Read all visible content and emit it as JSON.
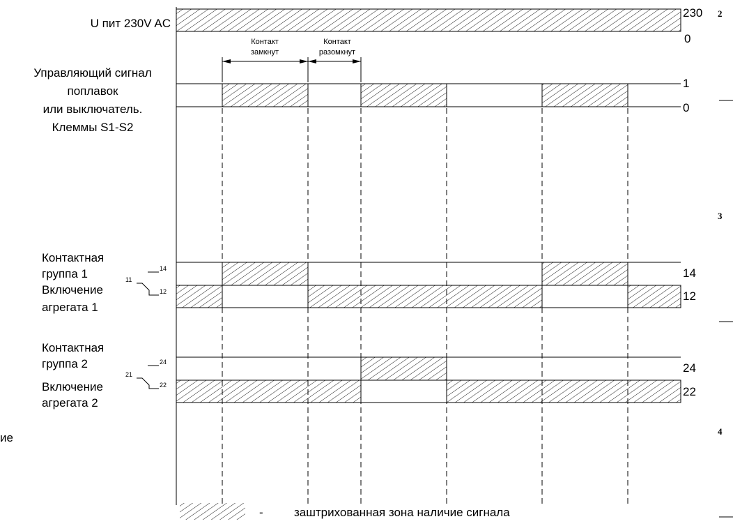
{
  "supply": {
    "label": "U пит  230V AC",
    "level_high": "230",
    "level_low": "0"
  },
  "control": {
    "label_lines": [
      "Управляющий сигнал",
      "поплавок",
      "или выключатель.",
      "Клеммы S1-S2"
    ],
    "level_high": "1",
    "level_low": "0",
    "annotation_closed": [
      "Контакт",
      "замкнут"
    ],
    "annotation_open": [
      "Контакт",
      "разомкнут"
    ]
  },
  "group1": {
    "label_lines": [
      "Контактная",
      "группа 1",
      "Включение",
      "агрегата 1"
    ],
    "terminal_no": "14",
    "terminal_nc": "12",
    "terminal_common": "11",
    "right_no": "14",
    "right_nc": "12"
  },
  "group2": {
    "label_lines": [
      "Контактная",
      "группа 2",
      "Включение",
      "агрегата 2"
    ],
    "terminal_no": "24",
    "terminal_nc": "22",
    "terminal_common": "21",
    "right_no": "24",
    "right_nc": "22"
  },
  "margin_numbers": [
    "2",
    "3",
    "4"
  ],
  "cut_text": "ие",
  "legend": {
    "dash": "-",
    "text": "заштрихованная зона наличие сигнала"
  }
}
